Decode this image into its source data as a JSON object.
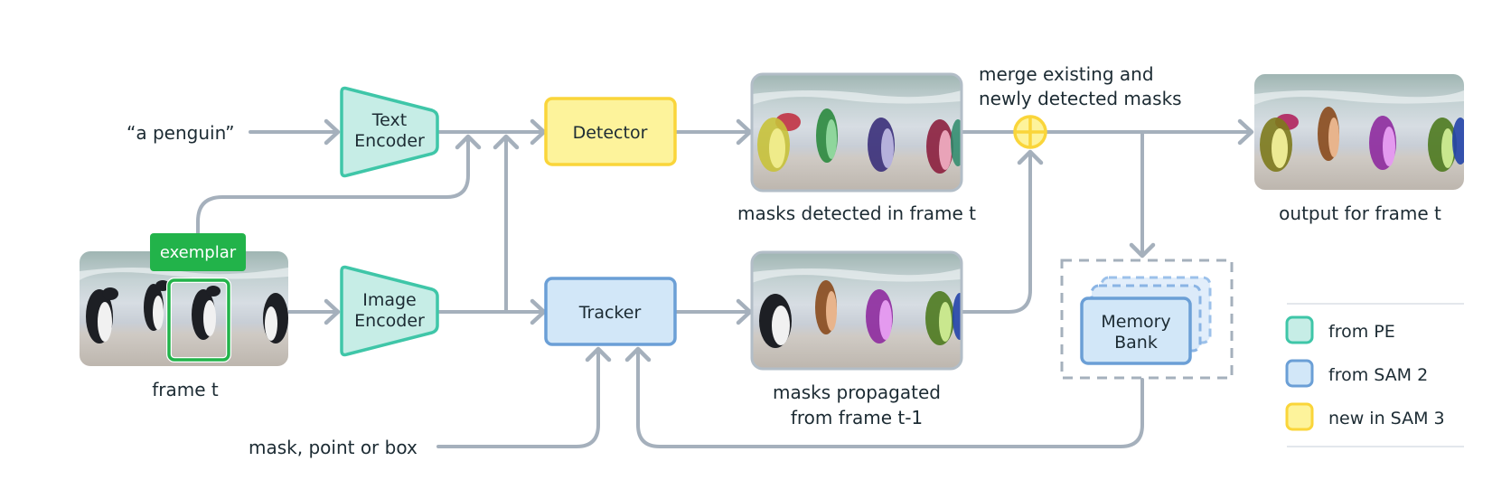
{
  "colors": {
    "wire": "#a5b0bc",
    "pe_fill": "#c6ede6",
    "pe_stroke": "#3fc6a8",
    "sam2_fill": "#d2e7f8",
    "sam2_stroke": "#6b9fd6",
    "sam3_fill": "#fdf39b",
    "sam3_stroke": "#fad53a",
    "exemplar": "#22b34a",
    "text": "#1c2b33",
    "frame_border": "#b2bdc7"
  },
  "inputs": {
    "text_prompt": "“a penguin”",
    "visual_prompt": "mask, point or box",
    "exemplar_tag": "exemplar",
    "frame_caption": "frame t"
  },
  "nodes": {
    "text_encoder": [
      "Text",
      "Encoder"
    ],
    "image_encoder": [
      "Image",
      "Encoder"
    ],
    "detector": "Detector",
    "tracker": "Tracker",
    "memory_bank": [
      "Memory",
      "Bank"
    ]
  },
  "captions": {
    "detected": "masks detected in frame t",
    "propagated": [
      "masks propagated",
      "from frame t-1"
    ],
    "merge": [
      "merge existing and",
      "newly detected masks"
    ],
    "output": "output for frame t"
  },
  "legend": [
    {
      "label": "from PE",
      "kind": "pe"
    },
    {
      "label": "from SAM 2",
      "kind": "sam2"
    },
    {
      "label": "new in SAM 3",
      "kind": "sam3"
    }
  ]
}
